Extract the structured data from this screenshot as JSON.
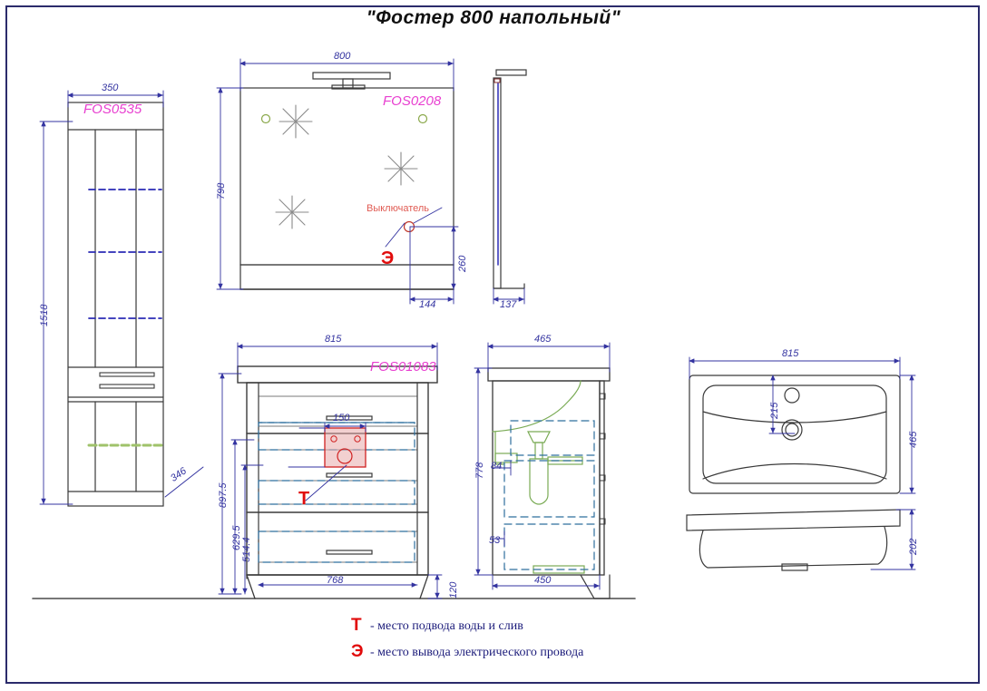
{
  "title": "\"Фостер 800 напольный\"",
  "part_labels": {
    "column": "FOS0535",
    "mirror": "FOS0208",
    "vanity": "FOS01083"
  },
  "annotations": {
    "switch": "Выключатель",
    "water_marker": "Т",
    "electric_marker": "Э"
  },
  "legend": {
    "water": {
      "marker": "Т",
      "text": "- место подвода воды и слив"
    },
    "electric": {
      "marker": "Э",
      "text": "- место вывода электрического провода"
    }
  },
  "dimensions": {
    "column_width": "350",
    "column_height": "1518",
    "column_depth": "346",
    "mirror_width": "800",
    "mirror_height": "798",
    "mirror_switch_height": "260",
    "mirror_switch_offset": "144",
    "mirror_depth": "137",
    "vanity_width": "815",
    "vanity_height": "897.5",
    "vanity_mid": "629.5",
    "vanity_low": "514.4",
    "vanity_body_width": "768",
    "vanity_leg_height": "120",
    "vanity_water_zone": "150",
    "vanity_depth": "465",
    "vanity_side_height": "778",
    "vanity_base_depth": "450",
    "vanity_shelf_84": "84",
    "vanity_shelf_53": "53",
    "basin_width": "815",
    "basin_depth": "465",
    "basin_tap_offset": "215",
    "basin_thickness": "202"
  },
  "colors": {
    "label": "#e83fd0",
    "dimension": "#3333a0",
    "marker_red": "#e10b0b",
    "annotation_red": "#e05a52",
    "hidden_line": "#2e6f9e",
    "plumbing_green": "#7aab55",
    "frame": "#2b2b6b",
    "outline": "#3a3a3a"
  }
}
